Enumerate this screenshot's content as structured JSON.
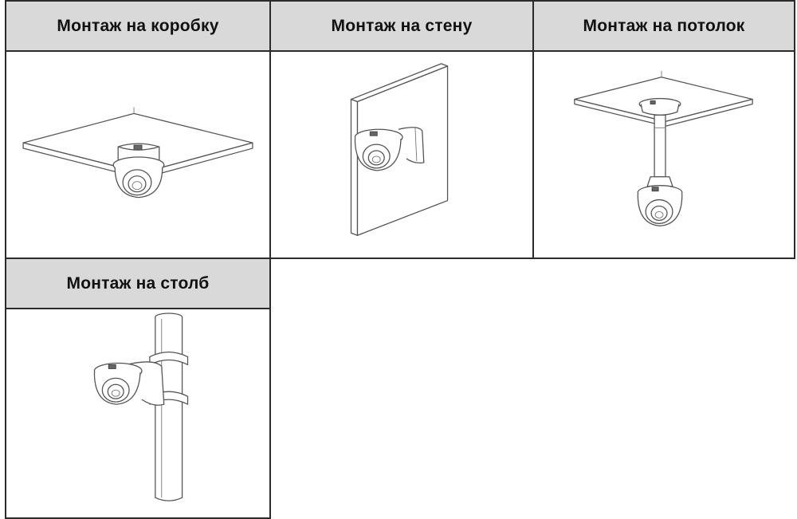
{
  "cells": [
    {
      "title": "Монтаж на коробку",
      "illustration": "box-mount-icon"
    },
    {
      "title": "Монтаж на стену",
      "illustration": "wall-mount-icon"
    },
    {
      "title": "Монтаж на потолок",
      "illustration": "ceiling-mount-icon"
    },
    {
      "title": "Монтаж на столб",
      "illustration": "pole-mount-icon"
    }
  ]
}
